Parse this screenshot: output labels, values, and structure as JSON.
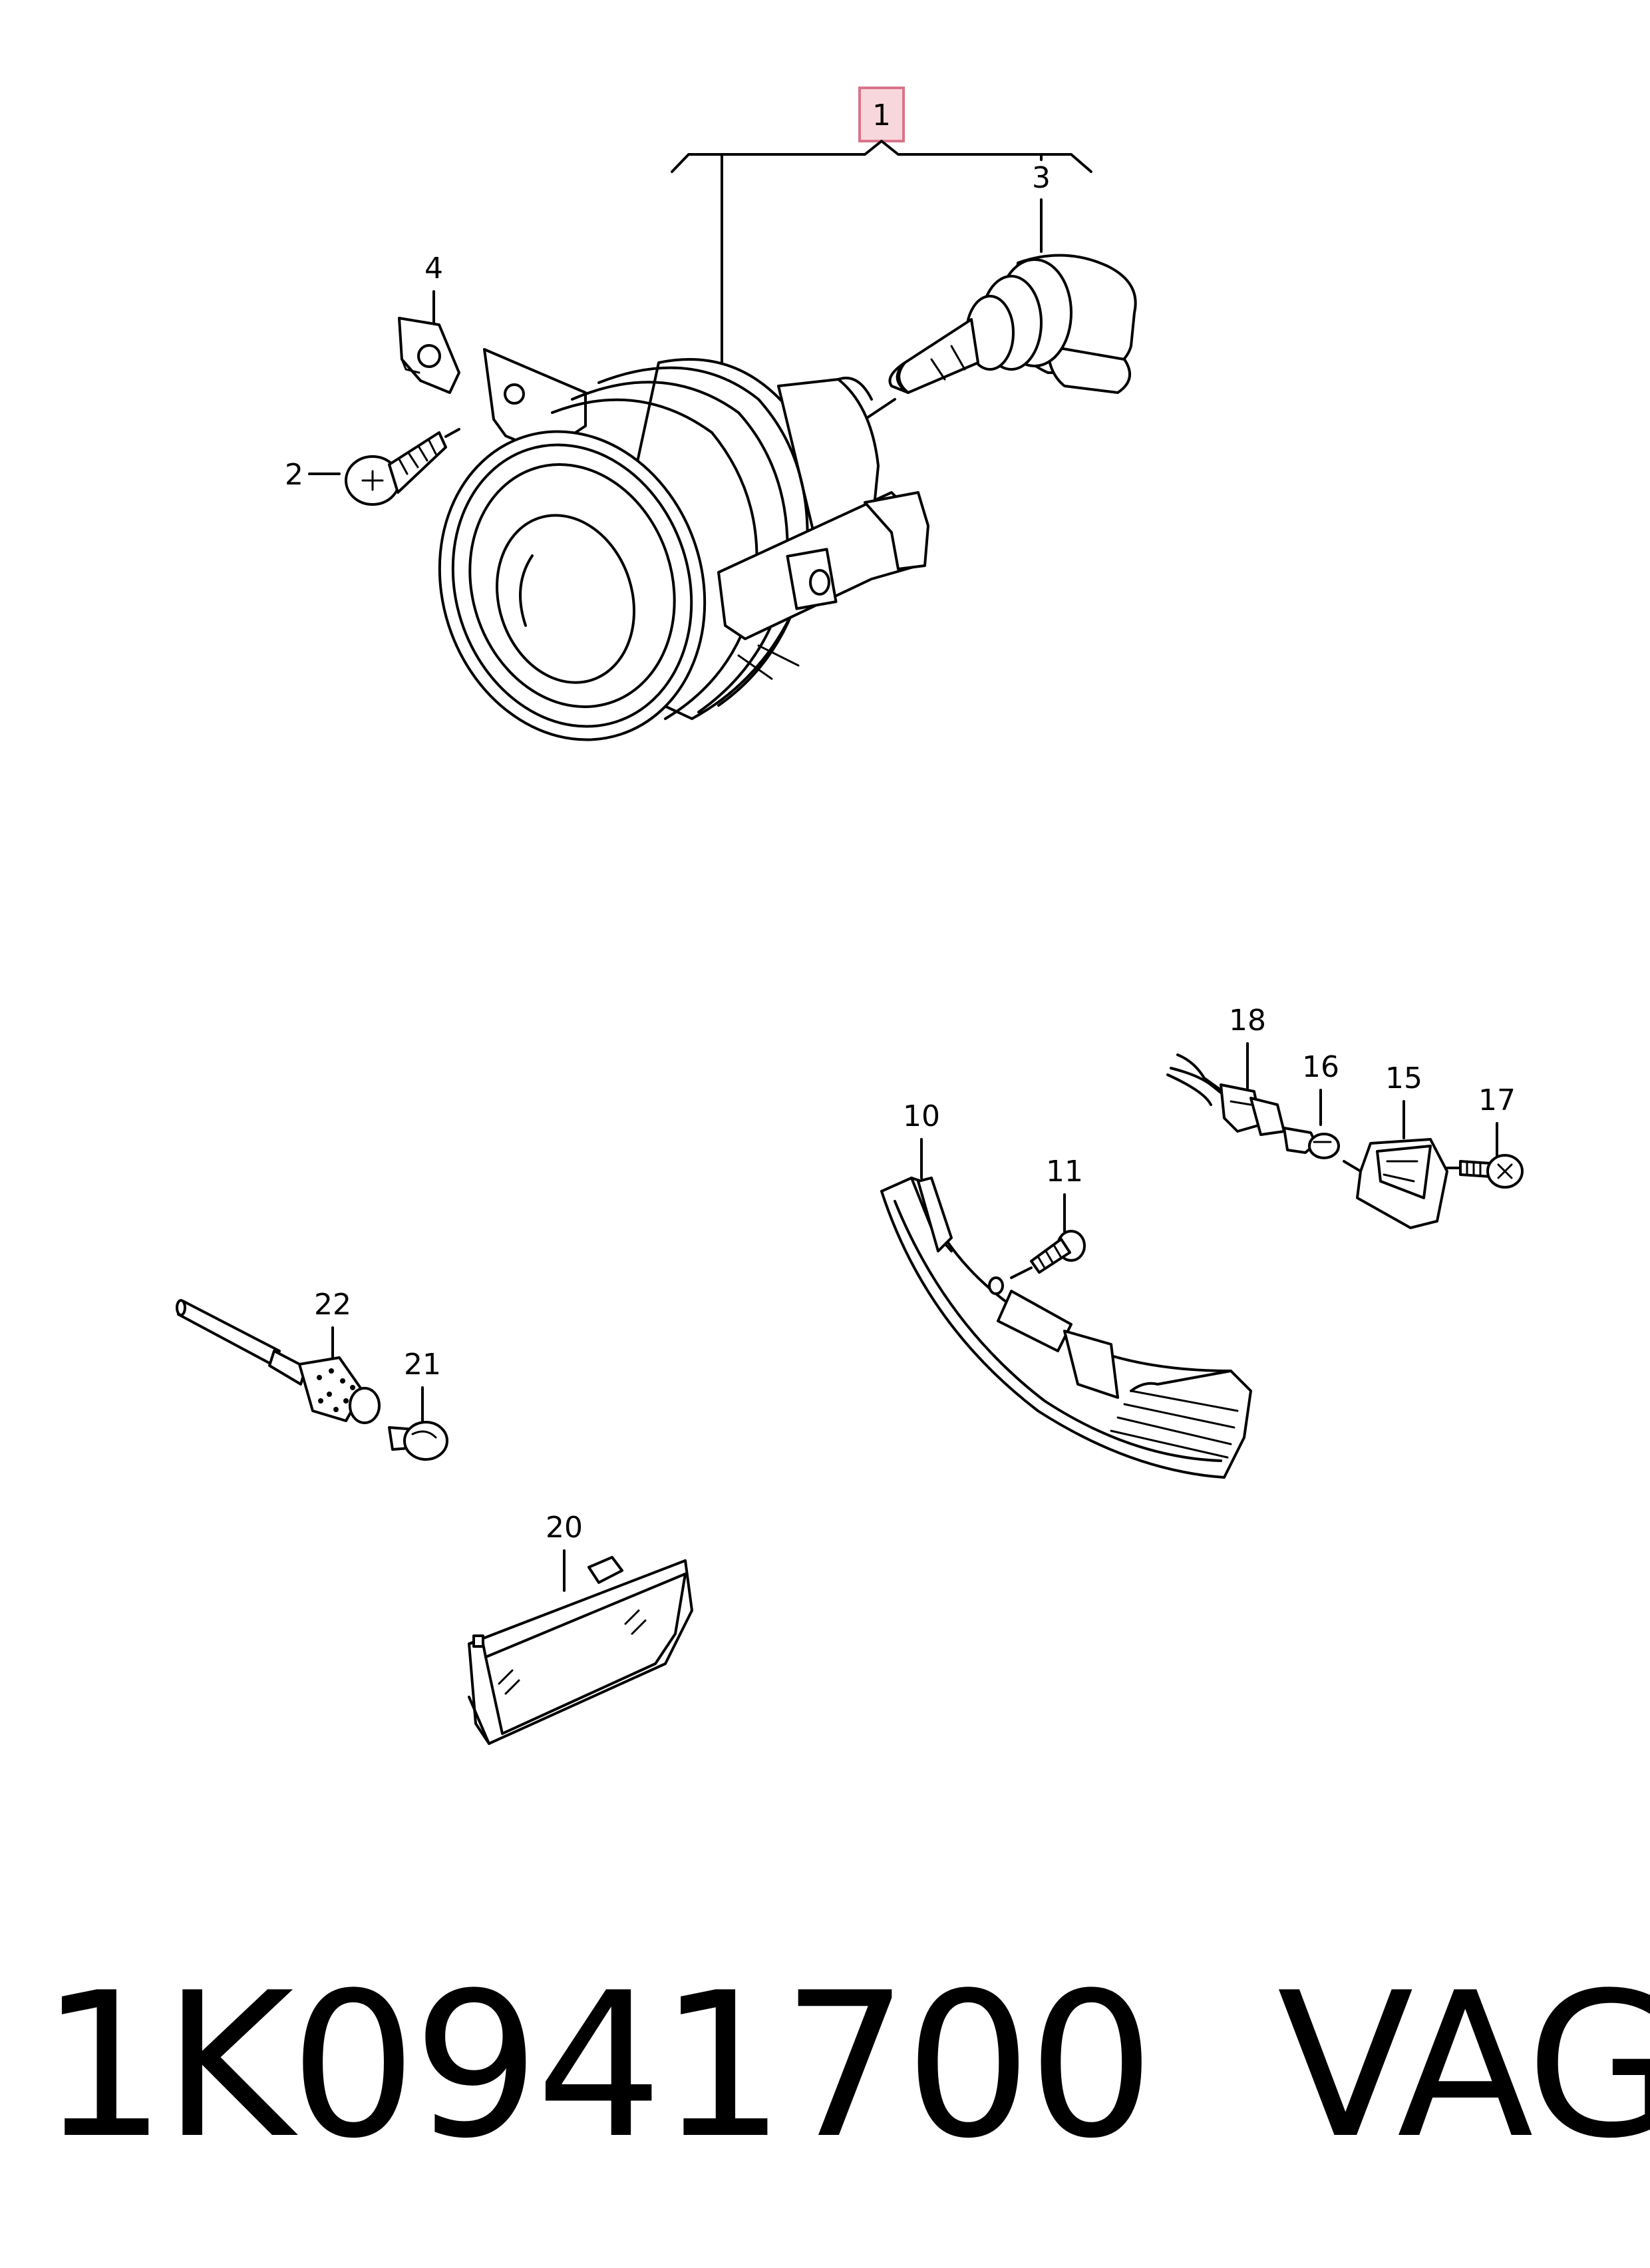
{
  "callouts": {
    "c1": "1",
    "c2": "2",
    "c3": "3",
    "c4": "4",
    "c10": "10",
    "c11": "11",
    "c15": "15",
    "c16": "16",
    "c17": "17",
    "c18": "18",
    "c20": "20",
    "c21": "21",
    "c22": "22"
  },
  "footer": {
    "part_number": "1K0941700",
    "brand": "VAG"
  },
  "colors": {
    "highlight_fill": "#f8d7dc",
    "highlight_stroke": "#d9748a",
    "line": "#000000"
  }
}
